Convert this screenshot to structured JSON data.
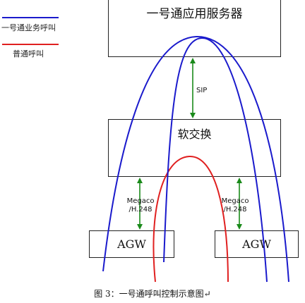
{
  "legend": {
    "items": [
      {
        "label": "一号通业务呼叫",
        "color": "#1a1acc"
      },
      {
        "label": "普通呼叫",
        "color": "#e02020"
      }
    ]
  },
  "nodes": {
    "app_server": "一号通应用服务器",
    "softswitch": "软交换",
    "agw_left": "AGW",
    "agw_right": "AGW"
  },
  "links": {
    "sip": "SIP",
    "megaco_left": [
      "Megaco",
      "/H.248"
    ],
    "megaco_right": [
      "Megaco",
      "/H.248"
    ]
  },
  "colors": {
    "blue_call": "#1a1acc",
    "red_call": "#e02020",
    "link_arrow": "#1a8a1a",
    "box_border": "#222222"
  },
  "caption": "图 3：一号通呼叫控制示意图↵"
}
